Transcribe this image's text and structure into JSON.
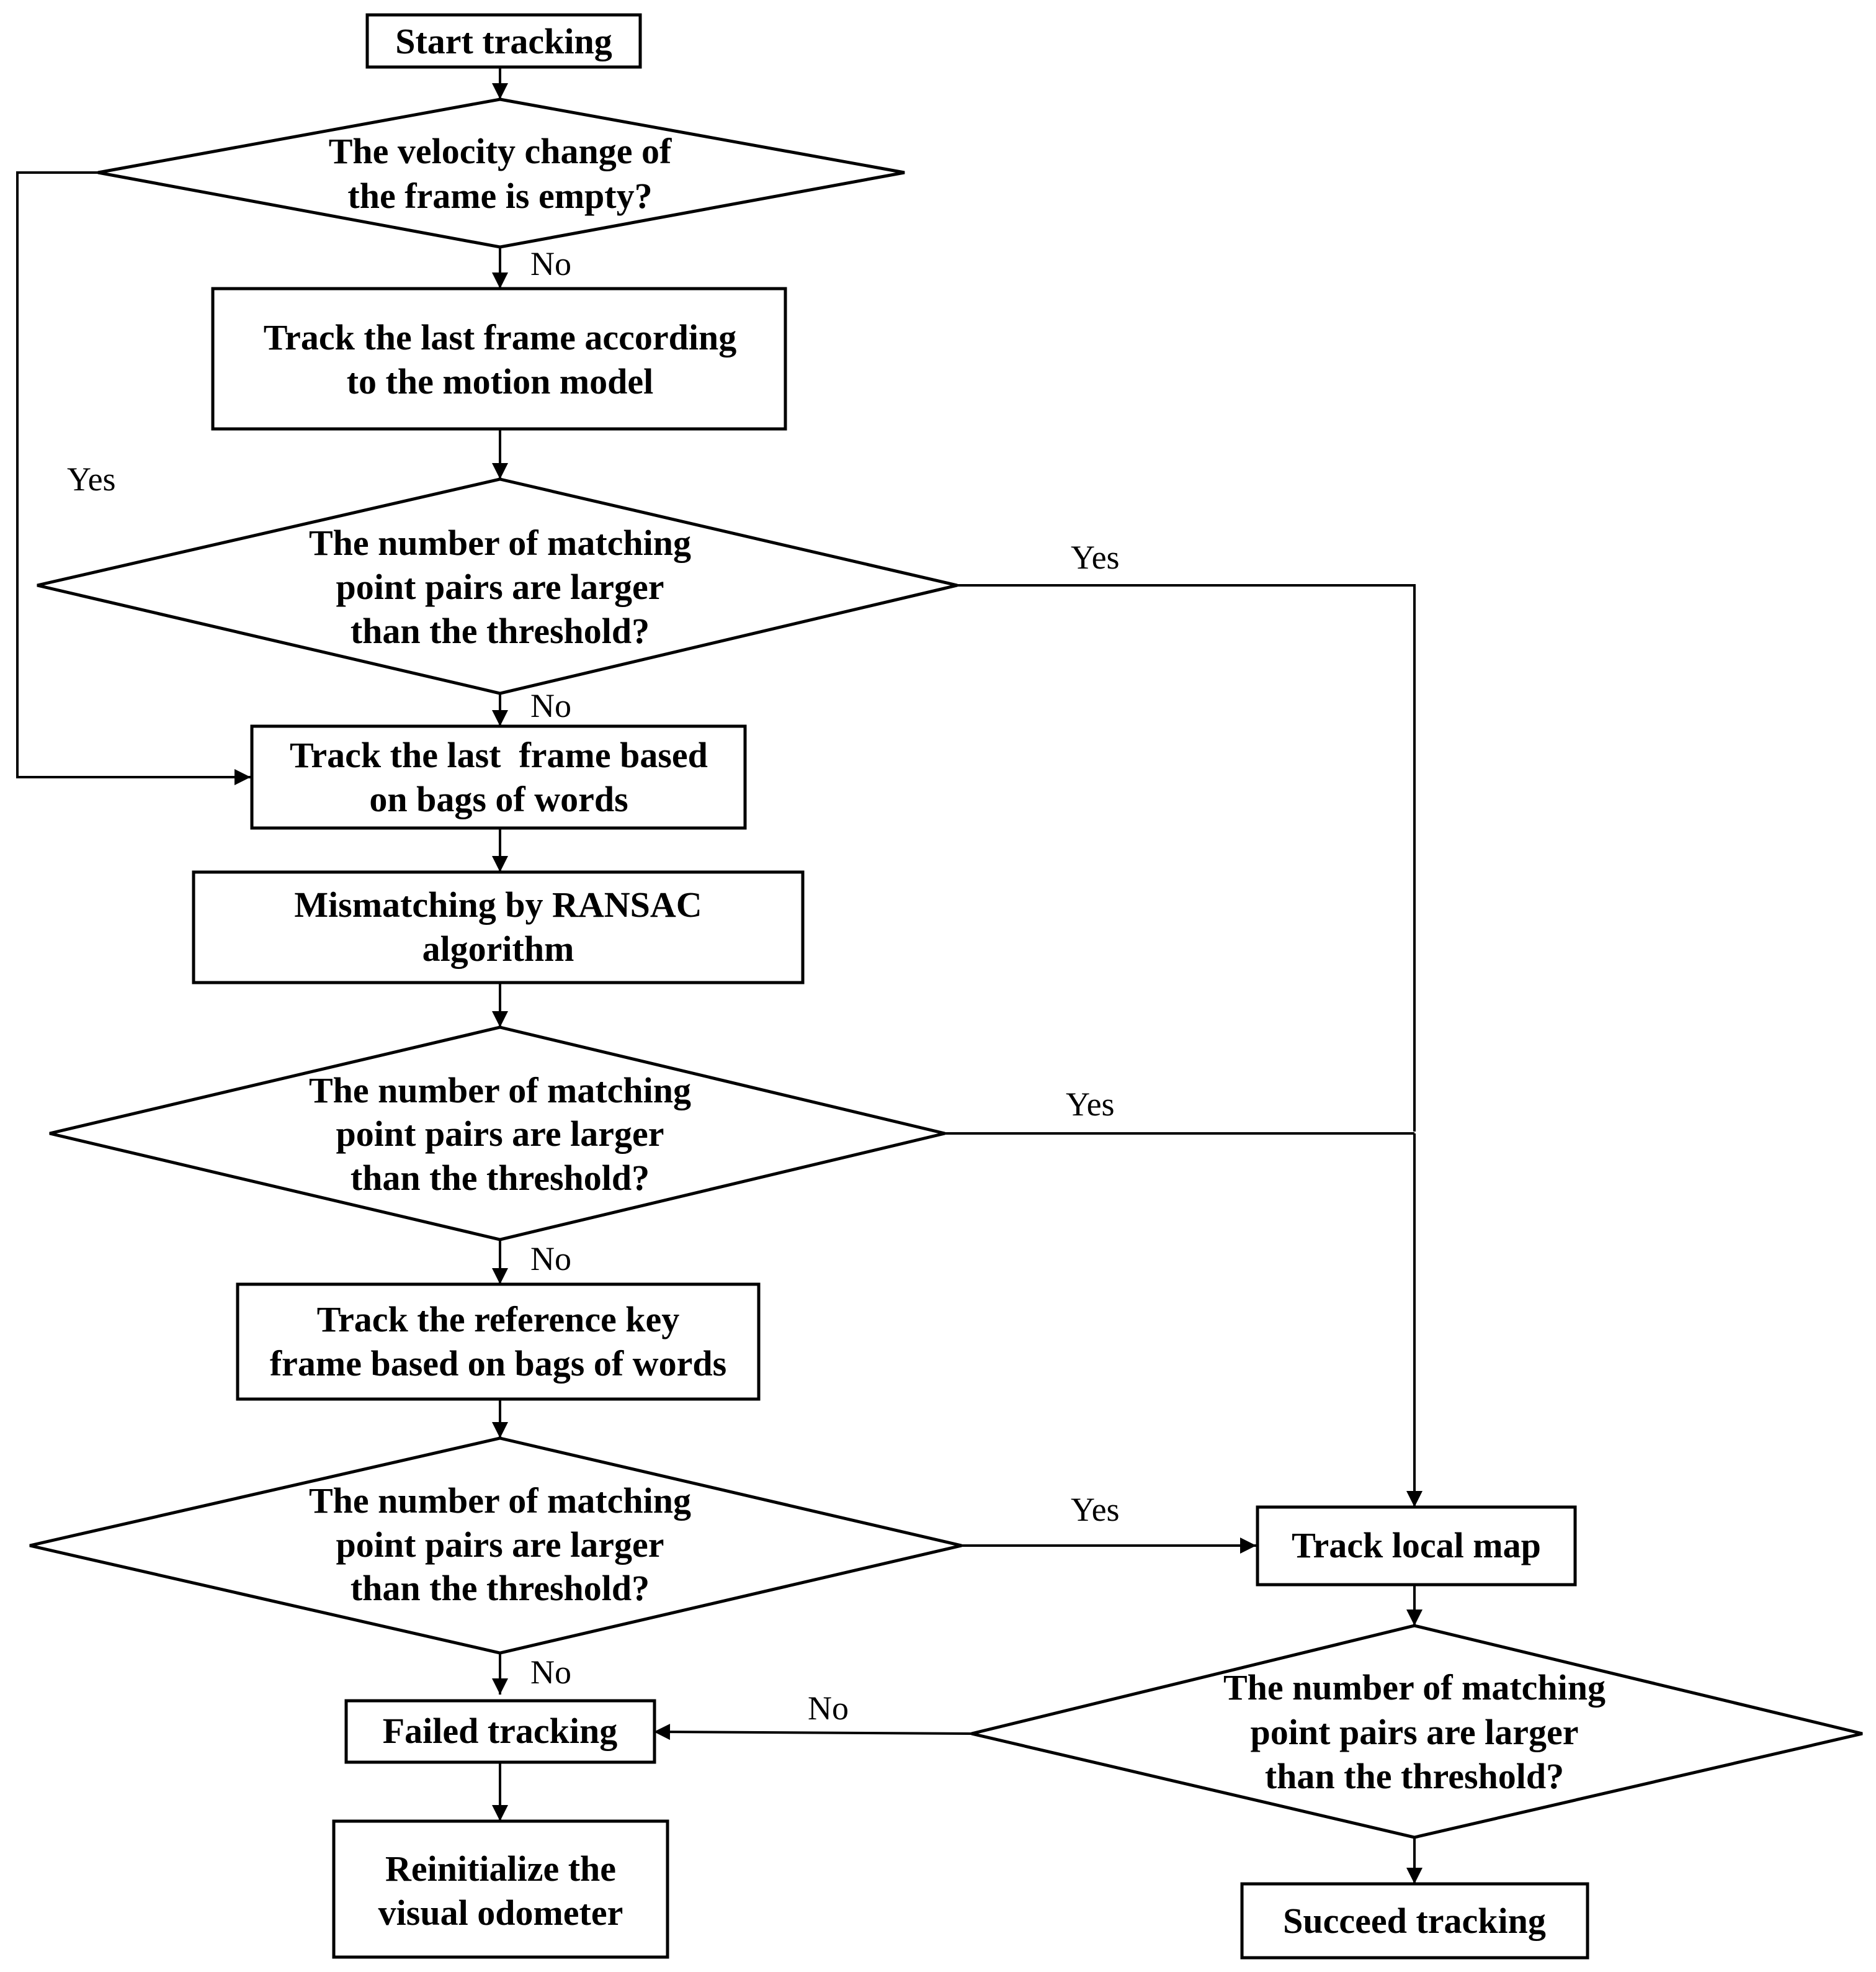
{
  "nodes": {
    "start": [
      "Start tracking"
    ],
    "velocity_check": [
      "The velocity change of",
      "the frame is empty?"
    ],
    "track_motion": [
      "Track the last frame according",
      "to the motion model"
    ],
    "decision_1": [
      "The number of matching",
      "point pairs are larger",
      "than the threshold?"
    ],
    "track_bow": [
      "Track the last  frame based",
      "on bags of words"
    ],
    "ransac": [
      "Mismatching by RANSAC",
      "algorithm"
    ],
    "decision_2": [
      "The number of matching",
      "point pairs are larger",
      "than the threshold?"
    ],
    "track_ref_kf": [
      "Track the reference key",
      "frame based on bags of words"
    ],
    "decision_3": [
      "The number of matching",
      "point pairs are larger",
      "than the threshold?"
    ],
    "failed": [
      "Failed tracking"
    ],
    "reinit": [
      "Reinitialize the",
      "visual odometer"
    ],
    "local_map": [
      "Track local map"
    ],
    "decision_4": [
      "The number of matching",
      "point pairs are larger",
      "than the threshold?"
    ],
    "succeed": [
      "Succeed tracking"
    ]
  },
  "edge_labels": {
    "velocity_no": "No",
    "velocity_yes": "Yes",
    "decision_1_yes": "Yes",
    "decision_1_no": "No",
    "decision_2_yes": "Yes",
    "decision_2_no": "No",
    "decision_3_yes": "Yes",
    "decision_3_no": "No",
    "decision_4_no": "No"
  }
}
